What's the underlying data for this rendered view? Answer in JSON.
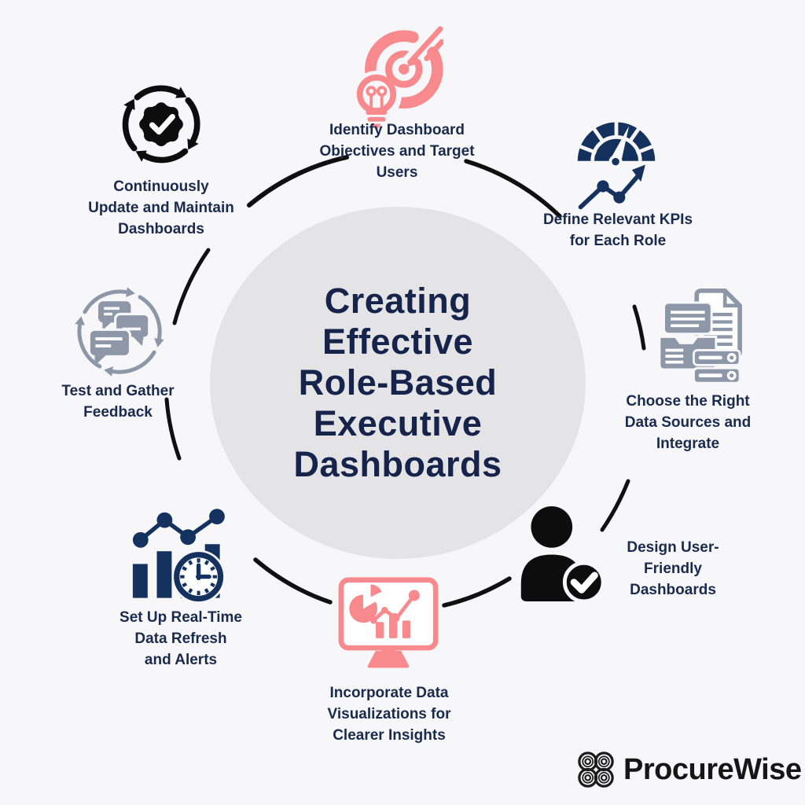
{
  "title": {
    "lines": [
      "Creating",
      "Effective",
      "Role-Based",
      "Executive",
      "Dashboards"
    ]
  },
  "steps": [
    {
      "name": "identify-objectives",
      "icon": "target-bulb-icon",
      "lines": [
        "Identify Dashboard",
        "Objectives and Target",
        "Users"
      ]
    },
    {
      "name": "define-kpis",
      "icon": "gauge-icon",
      "lines": [
        "Define Relevant KPIs",
        "for Each Role"
      ]
    },
    {
      "name": "choose-data-sources",
      "icon": "data-sources-icon",
      "lines": [
        "Choose the Right",
        "Data Sources and",
        "Integrate"
      ]
    },
    {
      "name": "design-user-friendly",
      "icon": "user-check-icon",
      "lines": [
        "Design User-",
        "Friendly",
        "Dashboards"
      ]
    },
    {
      "name": "incorporate-visualizations",
      "icon": "monitor-charts-icon",
      "lines": [
        "Incorporate Data",
        "Visualizations for",
        "Clearer Insights"
      ]
    },
    {
      "name": "setup-realtime-refresh",
      "icon": "bar-chart-clock-icon",
      "lines": [
        "Set Up Real-Time",
        "Data Refresh",
        "and Alerts"
      ]
    },
    {
      "name": "test-gather-feedback",
      "icon": "chat-refresh-icon",
      "lines": [
        "Test and Gather",
        "Feedback"
      ]
    },
    {
      "name": "update-maintain",
      "icon": "gear-refresh-icon",
      "lines": [
        "Continuously",
        "Update and Maintain",
        "Dashboards"
      ]
    }
  ],
  "brand": {
    "name": "ProcureWise"
  },
  "colors": {
    "background": "#F7F7F9",
    "center_circle": "#E4E4E6",
    "text_navy": "#1A2A4D",
    "title_navy": "#16234B",
    "accent_pink": "#F8898C",
    "accent_navy": "#15325E",
    "accent_gray": "#8D97A7",
    "accent_black": "#0D0D0D"
  }
}
